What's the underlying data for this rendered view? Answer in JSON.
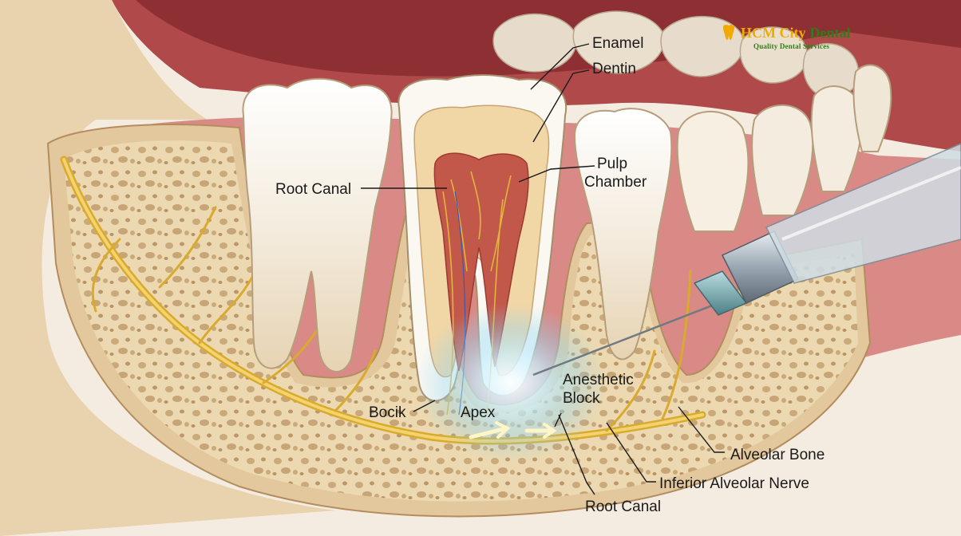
{
  "brand": {
    "name_part1": "HCM City",
    "name_part2": "Dental",
    "tagline": "Quality Dental Services",
    "colors": {
      "primary": "#f2a900",
      "secondary": "#2e7d1a"
    }
  },
  "labels": {
    "enamel": "Enamel",
    "dentin": "Dentin",
    "pulp_line1": "Pulp",
    "pulp_line2": "Chamber",
    "root_canal_left": "Root Canal",
    "anesthetic_line1": "Anesthetic",
    "anesthetic_line2": "Block",
    "bocik": "Bocik",
    "apex": "Apex",
    "alveolar_bone": "Alveolar Bone",
    "inferior_alveolar_nerve": "Inferior Alveolar Nerve",
    "root_canal_bottom": "Root Canal"
  },
  "colors": {
    "gum": "#d98a86",
    "bone": "#e8d3a8",
    "enamel": "#fbf8f1",
    "nerve": "#e0b53a",
    "pulp": "#c2584a",
    "glow": "#8fd6f5"
  },
  "icons": [
    "tooth-logo-icon",
    "syringe-icon"
  ]
}
